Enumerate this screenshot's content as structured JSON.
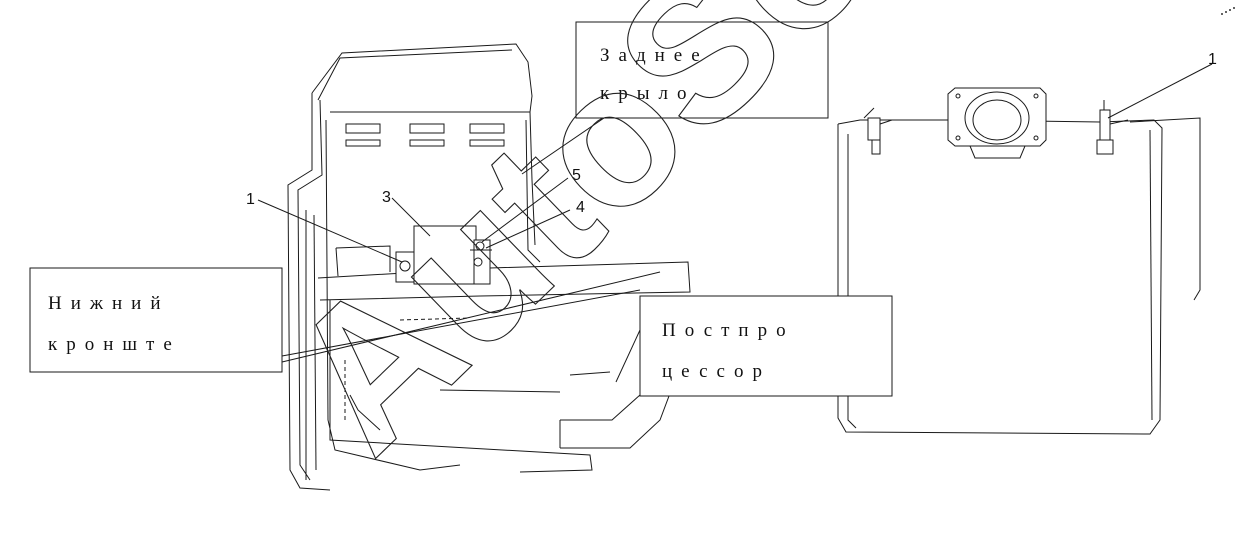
{
  "callout_boxes": {
    "rear_fender": {
      "line1": "Заднее",
      "line2": "крыло"
    },
    "lower_bracket": {
      "line1": "Нижний",
      "line2": "кронште"
    },
    "post_processor": {
      "line1": "Постпро",
      "line2": "цессор"
    }
  },
  "part_numbers": {
    "left_1": "1",
    "n3": "3",
    "n5": "5",
    "n4": "4",
    "right_1": "1"
  },
  "watermark": {
    "text": "AutoSoft"
  }
}
